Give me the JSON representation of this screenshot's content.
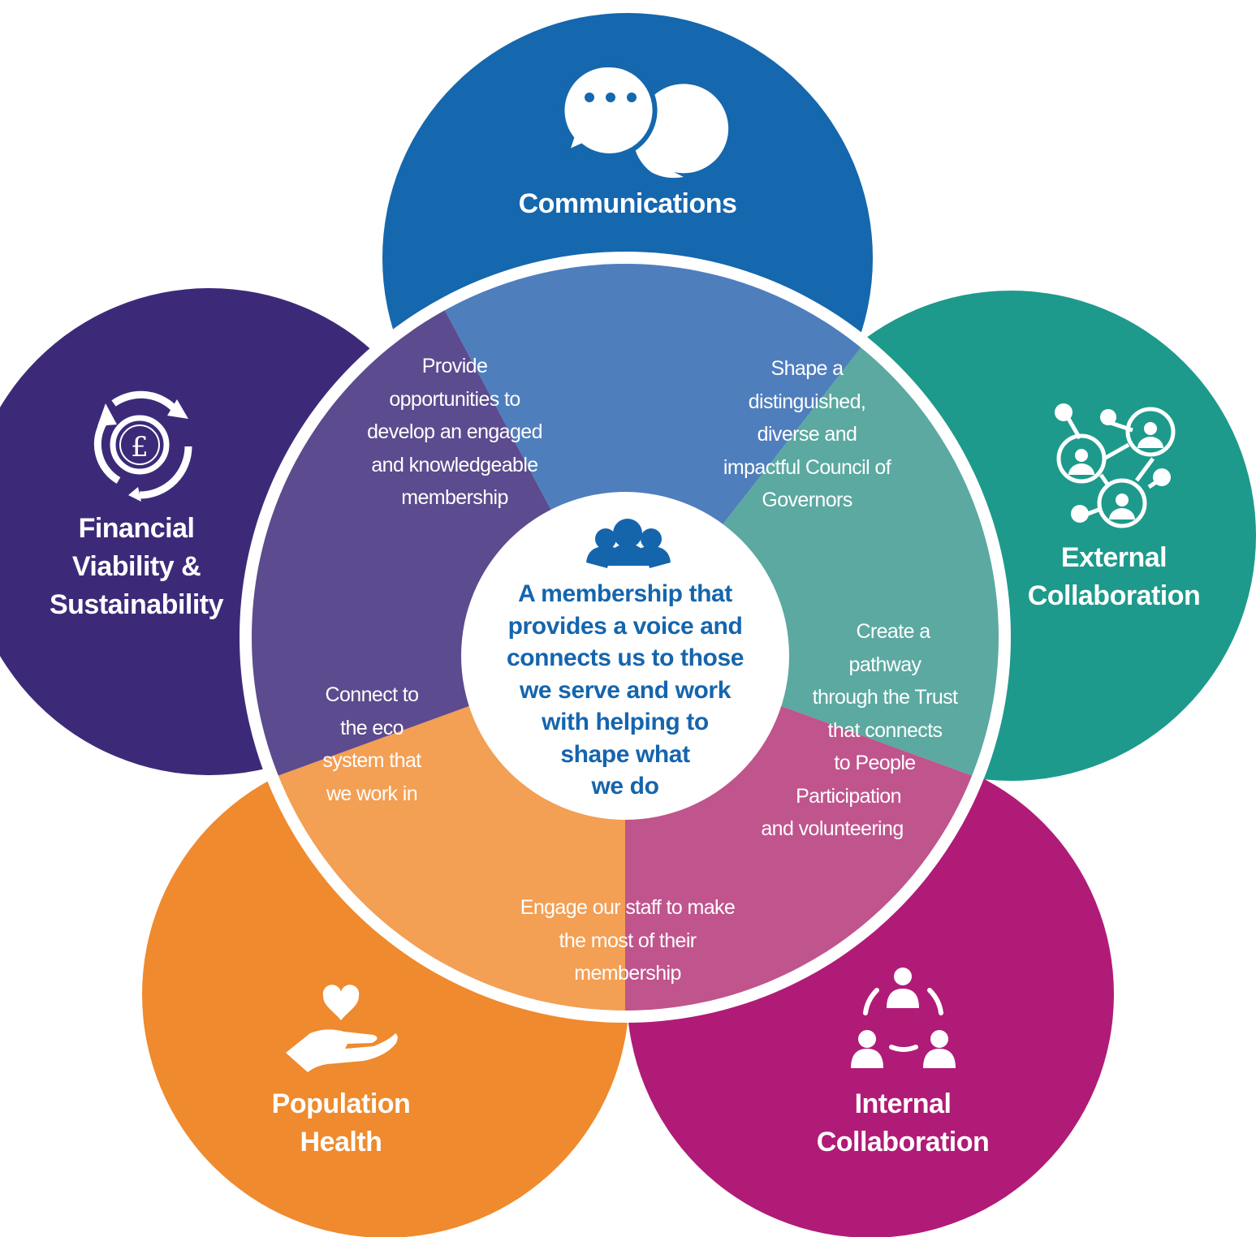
{
  "colors": {
    "communications": "#1567ae",
    "financial": "#3c2a79",
    "external": "#1d9a8c",
    "population": "#ef8a2e",
    "internal": "#b01b77",
    "seg_communications": "#4f7ebd",
    "seg_financial": "#5c4b8e",
    "seg_external": "#5ba9a1",
    "seg_population": "#f39f54",
    "seg_internal": "#c0548d",
    "center_text": "#1565ad",
    "ring": "#ffffff"
  },
  "center": {
    "icon": "people-group-icon",
    "lines": [
      "A membership that",
      "provides a voice and",
      "connects us to those",
      "we serve and work",
      "with helping to",
      "shape what",
      "we do"
    ]
  },
  "outer": {
    "communications": {
      "icon": "chat-bubbles-icon",
      "lines": [
        "Communications"
      ]
    },
    "financial": {
      "icon": "pound-cycle-icon",
      "lines": [
        "Financial",
        "Viability &",
        "Sustainability"
      ]
    },
    "external": {
      "icon": "network-people-icon",
      "lines": [
        "External",
        "Collaboration"
      ]
    },
    "population": {
      "icon": "hand-heart-icon",
      "lines": [
        "Population",
        "Health"
      ]
    },
    "internal": {
      "icon": "team-cycle-icon",
      "lines": [
        "Internal",
        "Collaboration"
      ]
    }
  },
  "segments": {
    "communications_financial": {
      "lines": [
        "Provide",
        "opportunities to",
        "develop an engaged",
        "and knowledgeable",
        "membership"
      ]
    },
    "communications_external": {
      "lines": [
        "Shape a",
        "distinguished,",
        "diverse and",
        "impactful Council of",
        "Governors"
      ]
    },
    "financial_population": {
      "lines": [
        "Connect to",
        "the eco",
        "system that",
        "we work in"
      ]
    },
    "external_internal": {
      "lines": [
        "Create a",
        "pathway",
        "through the Trust",
        "that connects",
        "to People",
        "Participation",
        "and volunteering"
      ]
    },
    "population_internal": {
      "lines": [
        "Engage our staff to make",
        "the most of their",
        "membership"
      ]
    }
  }
}
